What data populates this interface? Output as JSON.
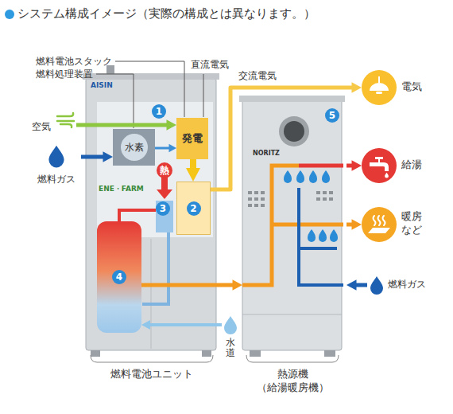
{
  "diagram": {
    "title": "システム構成イメージ（実際の構成とは異なります。）",
    "nodes": [
      {
        "text": [
          "燃料電池ユニット"
        ]
      },
      {
        "text": [
          "水素"
        ],
        "in": 0
      },
      {
        "text": [
          "発電"
        ],
        "in": 0
      },
      {
        "text": [
          "2"
        ],
        "in": 0
      },
      {
        "text": [
          "4"
        ],
        "in": 0
      },
      {
        "text": [
          "熱源機 （給湯暖房機）"
        ]
      },
      {
        "text": [
          "電気"
        ]
      },
      {
        "text": [
          "給湯"
        ]
      },
      {
        "text": [
          "暖房 など"
        ]
      },
      {
        "text": [
          "空気"
        ]
      },
      {
        "text": [
          "燃料ガス"
        ]
      },
      {
        "text": [
          "燃料ガス"
        ]
      },
      {
        "text": [
          "水道"
        ]
      }
    ],
    "edges": [
      {
        "from": 9,
        "to": 2,
        "arrow": "to"
      },
      {
        "from": 10,
        "to": 1,
        "arrow": "to"
      },
      {
        "from": 1,
        "to": 2,
        "arrow": "to"
      },
      {
        "from": 2,
        "to": 3,
        "arrow": "to"
      },
      {
        "from": 3,
        "to": 6,
        "arrow": "to"
      },
      {
        "from": 4,
        "to": 5,
        "arrow": "to"
      },
      {
        "from": 11,
        "to": 5,
        "arrow": "to"
      },
      {
        "from": 5,
        "to": 7,
        "arrow": "to"
      },
      {
        "from": 5,
        "to": 8,
        "arrow": "to"
      },
      {
        "from": 12,
        "to": 4,
        "arrow": "to"
      }
    ],
    "labels": [
      "燃料電池スタック",
      "燃料処理装置",
      "直流電気",
      "交流電気",
      "1",
      "3",
      "5",
      "熱",
      "AISIN",
      "ENE・FARM",
      "NORITZ"
    ]
  }
}
